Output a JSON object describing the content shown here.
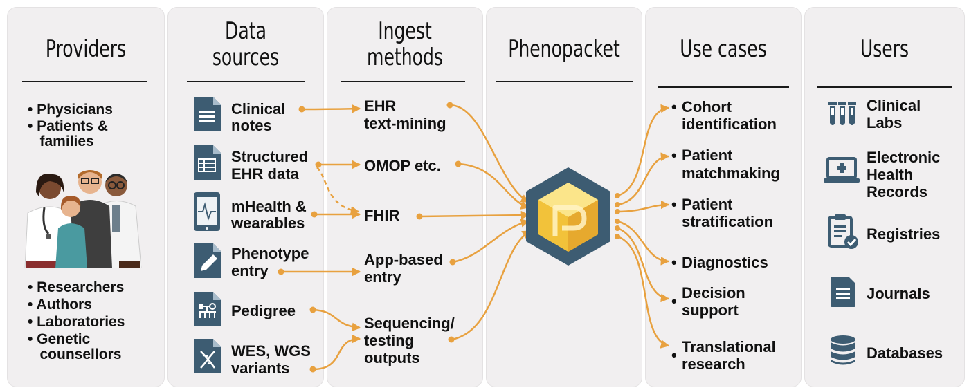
{
  "columns": {
    "providers": {
      "title": "Providers"
    },
    "data_sources": {
      "title_line1": "Data",
      "title_line2": "sources"
    },
    "ingest_methods": {
      "title_line1": "Ingest",
      "title_line2": "methods"
    },
    "phenopacket": {
      "title": "Phenopacket"
    },
    "use_cases": {
      "title": "Use cases"
    },
    "users": {
      "title": "Users"
    }
  },
  "providers": {
    "top_list": [
      "• Physicians",
      "• Patients &",
      "   families"
    ],
    "bottom_list": [
      "• Researchers",
      "• Authors",
      "• Laboratories",
      "• Genetic",
      "   counsellors"
    ]
  },
  "data_sources": [
    {
      "line1": "Clinical",
      "line2": "notes",
      "icon": "document-icon"
    },
    {
      "line1": "Structured",
      "line2": "EHR data",
      "icon": "spreadsheet-icon"
    },
    {
      "line1": "mHealth &",
      "line2": "wearables",
      "icon": "tablet-heartbeat-icon"
    },
    {
      "line1": "Phenotype",
      "line2": "entry",
      "icon": "pencil-document-icon"
    },
    {
      "line1": "Pedigree",
      "line2": "",
      "icon": "pedigree-icon"
    },
    {
      "line1": "WES, WGS",
      "line2": "variants",
      "icon": "dna-icon"
    }
  ],
  "ingest_methods": [
    {
      "line1": "EHR",
      "line2": "text-mining",
      "line3": ""
    },
    {
      "line1": "OMOP etc.",
      "line2": "",
      "line3": ""
    },
    {
      "line1": "FHIR",
      "line2": "",
      "line3": ""
    },
    {
      "line1": "App-based",
      "line2": "entry",
      "line3": ""
    },
    {
      "line1": "Sequencing/",
      "line2": "testing",
      "line3": "outputs"
    }
  ],
  "use_cases": [
    {
      "line1": "Cohort",
      "line2": "identification"
    },
    {
      "line1": "Patient",
      "line2": "matchmaking"
    },
    {
      "line1": "Patient",
      "line2": "stratification"
    },
    {
      "line1": "Diagnostics",
      "line2": ""
    },
    {
      "line1": "Decision",
      "line2": "support"
    },
    {
      "line1": "Translational",
      "line2": "research"
    }
  ],
  "users": [
    {
      "line1": "Clinical",
      "line2": "Labs",
      "line3": "",
      "icon": "test-tubes-icon"
    },
    {
      "line1": "Electronic",
      "line2": "Health",
      "line3": "Records",
      "icon": "laptop-medical-icon"
    },
    {
      "line1": "Registries",
      "line2": "",
      "line3": "",
      "icon": "clipboard-check-icon"
    },
    {
      "line1": "Journals",
      "line2": "",
      "line3": "",
      "icon": "journal-icon"
    },
    {
      "line1": "Databases",
      "line2": "",
      "line3": "",
      "icon": "database-icon"
    }
  ],
  "colors": {
    "accent_orange": "#e8a13f",
    "icon_navy": "#3d5c72",
    "panel_bg": "#f1eff0",
    "cube_yellow": "#f5cf4a"
  }
}
